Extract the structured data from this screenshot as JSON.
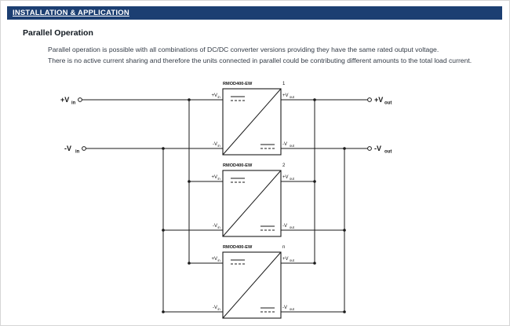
{
  "header": {
    "title": "INSTALLATION & APPLICATION"
  },
  "section": {
    "title": "Parallel Operation",
    "paragraph_lines": [
      "Parallel operation is possible with all combinations of DC/DC converter versions providing they have the same rated output voltage.",
      "There is no active current sharing and therefore the units connected in parallel could be contributing different amounts to the total load current."
    ]
  },
  "diagram": {
    "terminals": {
      "pos_in": {
        "main": "+V",
        "sub": "in"
      },
      "neg_in": {
        "main": "-V",
        "sub": "in"
      },
      "pos_out": {
        "main": "+V",
        "sub": "out"
      },
      "neg_out": {
        "main": "-V",
        "sub": "out"
      }
    },
    "pin_labels": {
      "pos_in": {
        "main": "+V",
        "sub": "in"
      },
      "neg_in": {
        "main": "-V",
        "sub": "in"
      },
      "pos_out": {
        "main": "+V",
        "sub": "out"
      },
      "neg_out": {
        "main": "-V",
        "sub": "out"
      }
    },
    "modules": [
      {
        "label": "RMOD400-EW",
        "number": "1"
      },
      {
        "label": "RMOD400-EW",
        "number": "2"
      },
      {
        "label": "RMOD400-EW",
        "number": "n"
      }
    ]
  },
  "colors": {
    "header_bg": "#1c3f72",
    "header_text": "#ffffff",
    "body_text": "#333b46",
    "line": "#1a1a1a"
  }
}
